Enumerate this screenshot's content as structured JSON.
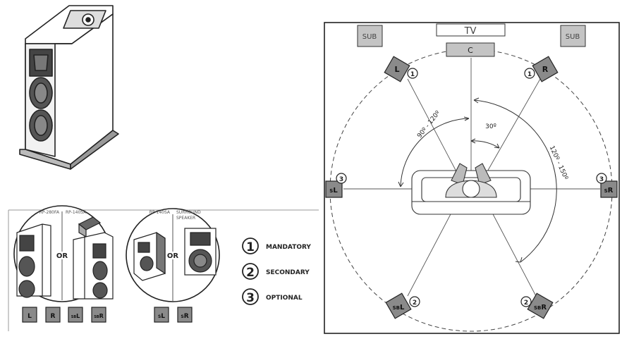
{
  "tower_labels": {
    "left": "RP-280FA",
    "right": "RP-140SA"
  },
  "surround_labels": {
    "left": "RP-140SA",
    "right_line1": "SURROUND",
    "right_line2": "SPEAKER"
  },
  "or_label": "OR",
  "legend": [
    {
      "number": "1",
      "label": "MANDATORY"
    },
    {
      "number": "2",
      "label": "SECONDARY"
    },
    {
      "number": "3",
      "label": "OPTIONAL"
    }
  ],
  "speaker_keys": {
    "front_group": [
      {
        "prefix": "",
        "main": "L"
      },
      {
        "prefix": "",
        "main": "R"
      },
      {
        "prefix": "SB",
        "main": "L"
      },
      {
        "prefix": "SB",
        "main": "R"
      }
    ],
    "surround_group": [
      {
        "prefix": "S",
        "main": "L"
      },
      {
        "prefix": "S",
        "main": "R"
      }
    ]
  },
  "room": {
    "tv": "TV",
    "center": "C",
    "subs": [
      "SUB",
      "SUB"
    ],
    "front_left": {
      "label": "L",
      "badge": "1"
    },
    "front_right": {
      "label": "R",
      "badge": "1"
    },
    "side_left": {
      "prefix": "S",
      "main": "L",
      "badge": "3"
    },
    "side_right": {
      "prefix": "S",
      "main": "R",
      "badge": "3"
    },
    "rear_left": {
      "prefix": "SB",
      "main": "L",
      "badge": "2"
    },
    "rear_right": {
      "prefix": "SB",
      "main": "R",
      "badge": "2"
    },
    "angle_front": "90º - 120º",
    "angle_center": "30º",
    "angle_rear": "120º - 150º"
  },
  "colors": {
    "speaker_fill": "#8a8a8a",
    "sub_fill": "#c4c4c4",
    "line": "#333333",
    "panel_border": "#999999"
  }
}
